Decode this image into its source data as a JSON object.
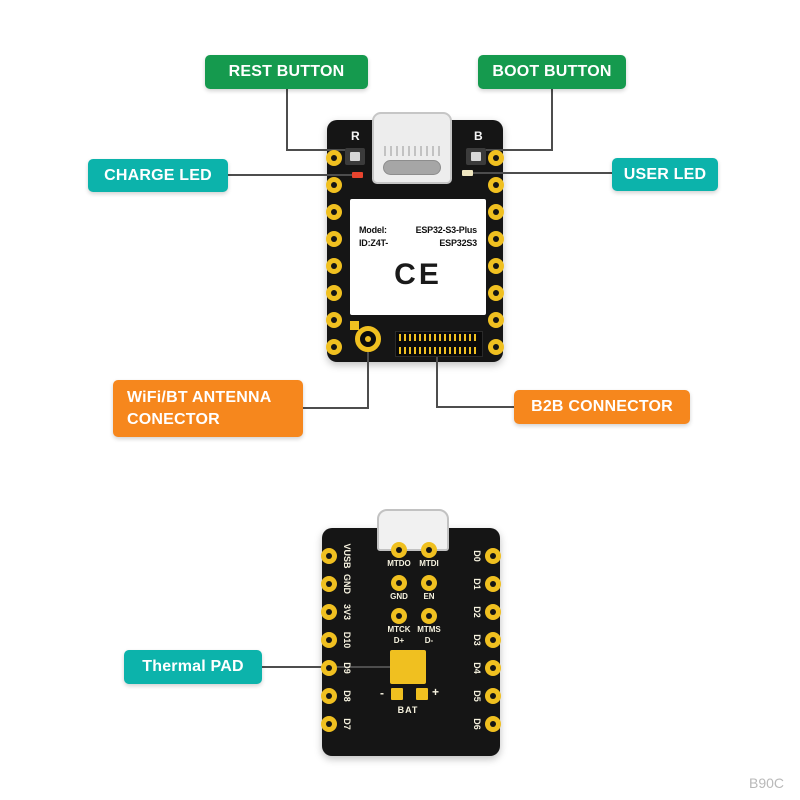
{
  "page": {
    "watermark": "B90C",
    "background": "#ffffff"
  },
  "colors": {
    "green": "#159a4e",
    "teal": "#0cb3ab",
    "orange": "#f6871d",
    "line": "#4d4d4d",
    "pcb": "#151515",
    "pad": "#f0c020",
    "silk": "#f7f3e0",
    "label_bg": "#ffffff",
    "led_red": "#e8442e",
    "led_user": "#efe6c0",
    "watermark": "#b9b9b9"
  },
  "annotations": {
    "rest_button": "REST BUTTON",
    "boot_button": "BOOT BUTTON",
    "charge_led": "CHARGE LED",
    "user_led": "USER LED",
    "wifi_antenna_line1": "WiFi/BT ANTENNA",
    "wifi_antenna_line2": "CONECTOR",
    "b2b_connector": "B2B CONNECTOR",
    "thermal_pad": "Thermal PAD"
  },
  "front_board": {
    "r_mark": "R",
    "b_mark": "B",
    "label": {
      "model_key": "Model:",
      "model_value": "ESP32-S3-Plus",
      "id_key": "ID:Z4T-",
      "id_value": "ESP32S3",
      "ce_mark": "CE"
    }
  },
  "back_board": {
    "left_pins": [
      "VUSB",
      "GND",
      "3V3",
      "D10",
      "D9",
      "D8",
      "D7"
    ],
    "right_pins": [
      "D0",
      "D1",
      "D2",
      "D3",
      "D4",
      "D5",
      "D6"
    ],
    "center_rows": [
      [
        "MTDO",
        "MTDI"
      ],
      [
        "GND",
        "EN"
      ],
      [
        "MTCK",
        "MTMS"
      ],
      [
        "D+",
        "D-"
      ]
    ],
    "battery": {
      "minus": "-",
      "plus": "+",
      "label": "BAT"
    }
  }
}
